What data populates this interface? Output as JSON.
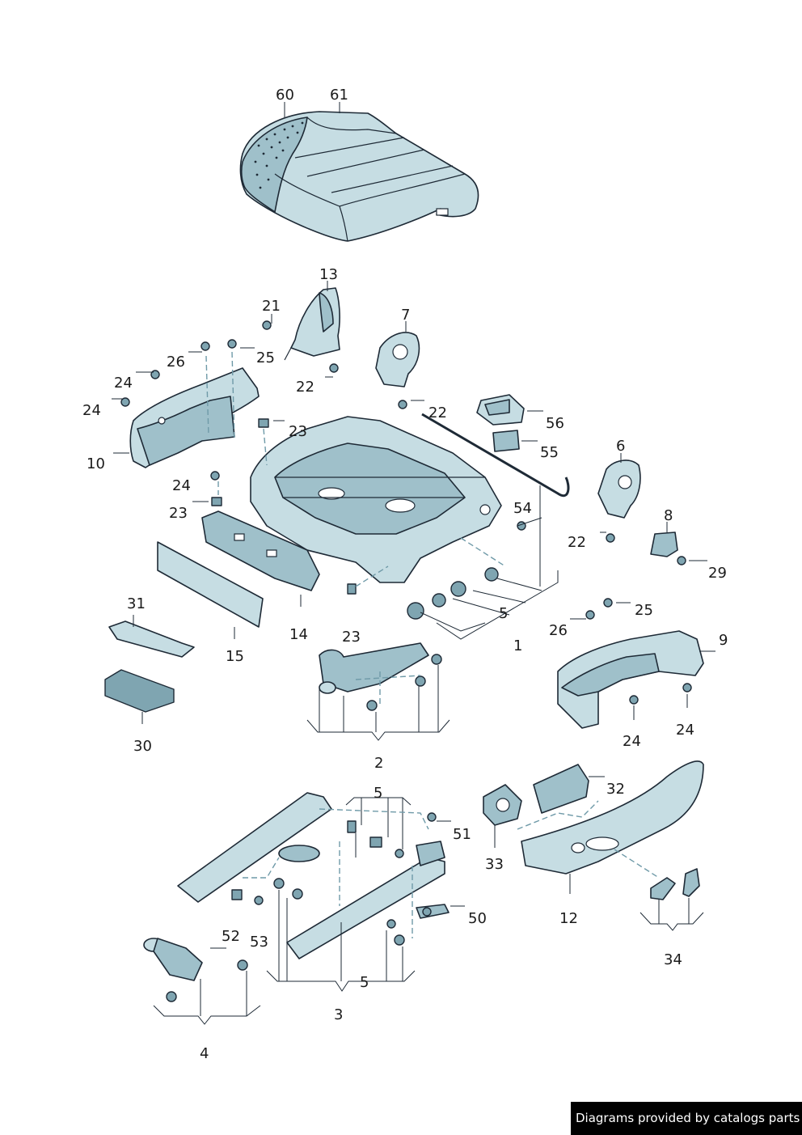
{
  "labels": {
    "p60": "60",
    "p61": "61",
    "p13": "13",
    "p21": "21",
    "p7": "7",
    "p26a": "26",
    "p25a": "25",
    "p24a": "24",
    "p24b": "24",
    "p10": "10",
    "p22a": "22",
    "p22b": "22",
    "p23a": "23",
    "p56": "56",
    "p55": "55",
    "p6": "6",
    "p24c": "24",
    "p23b": "23",
    "p54": "54",
    "p22c": "22",
    "p8": "8",
    "p29": "29",
    "p14": "14",
    "p23c": "23",
    "p5a": "5",
    "p1": "1",
    "p31": "31",
    "p15": "15",
    "p25b": "25",
    "p26b": "26",
    "p9": "9",
    "p30": "30",
    "p2": "2",
    "p24d": "24",
    "p24e": "24",
    "p5b": "5",
    "p32": "32",
    "p51": "51",
    "p33": "33",
    "p50": "50",
    "p12": "12",
    "p52": "52",
    "p53": "53",
    "p34": "34",
    "p5c": "5",
    "p3": "3",
    "p4": "4"
  },
  "footer": {
    "text": "Diagrams provided by catalogs parts"
  },
  "colors": {
    "part_fill": "#c6dde3",
    "outline": "#1e2a36",
    "footer_bg": "#000000"
  }
}
